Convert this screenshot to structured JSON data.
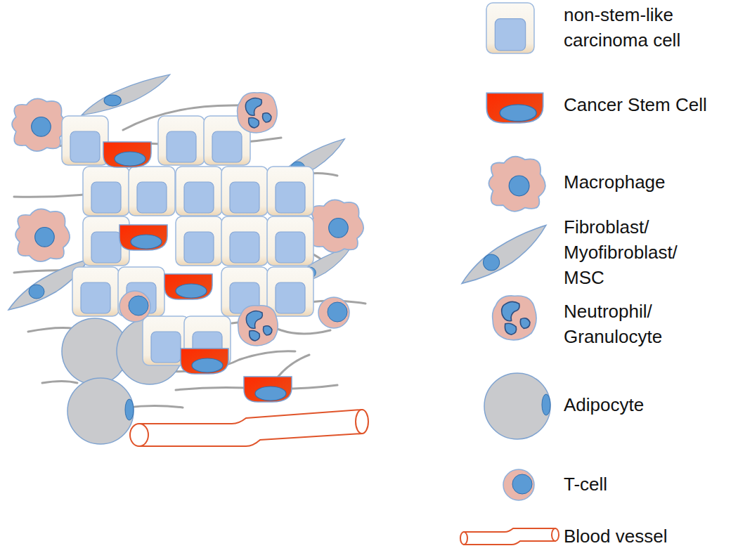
{
  "diagram": {
    "legend": [
      {
        "text": "non-stem-like carcinoma cell"
      },
      {
        "text": "Cancer Stem Cell"
      },
      {
        "text": "Macrophage"
      },
      {
        "text": "Fibroblast/ Myofibroblast/ MSC"
      },
      {
        "text": "Neutrophil/ Granulocyte"
      },
      {
        "text": "Adipocyte"
      },
      {
        "text": "T-cell"
      },
      {
        "text": "Blood vessel"
      }
    ]
  }
}
